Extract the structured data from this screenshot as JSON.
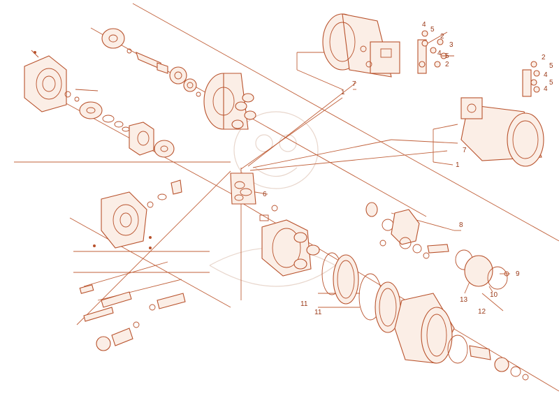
{
  "colors": {
    "stroke": "#c0603a",
    "label": "#9a3a18",
    "background": "#ffffff"
  },
  "callouts": {
    "c1a": "1",
    "c1b": "1",
    "c2a": "2",
    "c2b": "2",
    "c2c": "2",
    "c3a": "3",
    "c4a": "4",
    "c4b": "4",
    "c4c": "4",
    "c4d": "4",
    "c5a": "5",
    "c5b": "5",
    "c5c": "5",
    "c5d": "5",
    "c6": "6",
    "c7a": "7",
    "c7b": "7",
    "c8": "8",
    "c9": "9",
    "c10": "10",
    "c11a": "11",
    "c11b": "11",
    "c12": "12",
    "c13": "13"
  }
}
